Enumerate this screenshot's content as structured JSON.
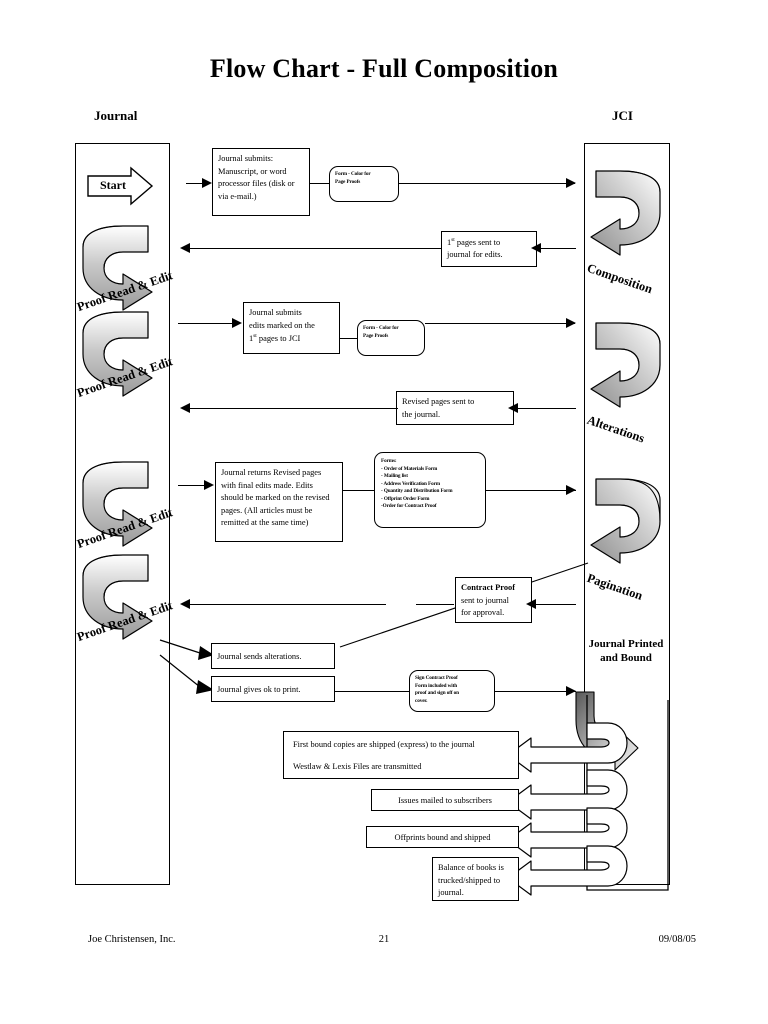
{
  "document": {
    "title": "Flow Chart - Full Composition"
  },
  "columns": {
    "left_header": "Journal",
    "right_header": "JCI"
  },
  "left_lane": {
    "start_label": "Start",
    "stage_labels": [
      "Proof Read & Edit",
      "Proof Read & Edit",
      "Proof Read & Edit"
    ]
  },
  "right_lane": {
    "stage_labels": [
      "Composition",
      "Alterations",
      "Pagination"
    ],
    "printed_label_line1": "Journal Printed",
    "printed_label_line2": "and Bound"
  },
  "boxes": {
    "submit_manuscript": "Journal submits: Manuscript, or word processor files (disk or via e-mail.)",
    "form_color_proofs_1_line1": "Form - Color for",
    "form_color_proofs_1_line2": "Page Proofs",
    "first_pages_sent_line1": "1st pages sent to",
    "first_pages_sent_line2": "journal for edits.",
    "journal_submits_edits_line1": "Journal submits",
    "journal_submits_edits_line2": "edits marked on the",
    "journal_submits_edits_line3": "1st pages to JCI",
    "form_color_proofs_2_line1": "Form - Color for",
    "form_color_proofs_2_line2": "Page Proofs",
    "revised_pages_sent_line1": "Revised pages sent to",
    "revised_pages_sent_line2": "the journal.",
    "journal_returns_revised": "Journal returns Revised pages with final edits made. Edits should be marked on the revised pages. (All articles must be remitted at the same time)",
    "forms_title": "Forms:",
    "forms_items": [
      "- Order of Materials Form",
      "- Mailing list",
      "- Address Verification Form",
      "- Quantity and Distribution Form",
      "- Offprint Order Form",
      "-Order for Contract Proof"
    ],
    "contract_proof_title": "Contract Proof",
    "contract_proof_line1": "sent to journal",
    "contract_proof_line2": "for approval.",
    "journal_sends_alterations": "Journal sends alterations.",
    "journal_gives_ok": "Journal gives ok to print.",
    "sign_contract_proof_line1": "Sign Contract Proof",
    "sign_contract_proof_line2": "Form included with",
    "sign_contract_proof_line3": "proof and sign off on",
    "sign_contract_proof_line4": "cover.",
    "first_bound_copies": "First bound copies are shipped (express) to the journal",
    "westlaw_lexis": "Westlaw & Lexis Files are transmitted",
    "issues_mailed": "Issues mailed to subscribers",
    "offprints_shipped": "Offprints bound and shipped",
    "balance_books_line1": "Balance of books is",
    "balance_books_line2": "trucked/shipped to",
    "balance_books_line3": "journal."
  },
  "footer": {
    "company": "Joe Christensen, Inc.",
    "page_number": "21",
    "date": "09/08/05"
  },
  "colors": {
    "ink": "#000000",
    "paper": "#ffffff",
    "arrow_fill_light": "#d6d6d6",
    "arrow_fill_dark": "#8d8d8d"
  }
}
